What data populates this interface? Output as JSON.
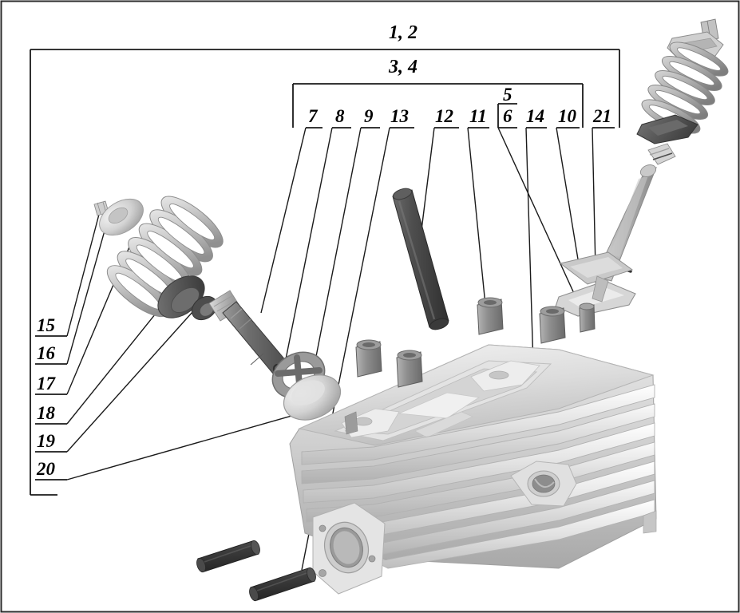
{
  "diagram": {
    "title_brackets": [
      {
        "id": "bracket-1-2",
        "label": "1, 2"
      },
      {
        "id": "bracket-3-4",
        "label": "3, 4"
      }
    ],
    "callouts_top": [
      {
        "id": "callout-7",
        "label": "7"
      },
      {
        "id": "callout-8",
        "label": "8"
      },
      {
        "id": "callout-9",
        "label": "9"
      },
      {
        "id": "callout-13",
        "label": "13"
      },
      {
        "id": "callout-12",
        "label": "12"
      },
      {
        "id": "callout-11",
        "label": "11"
      },
      {
        "id": "callout-5",
        "label": "5"
      },
      {
        "id": "callout-6",
        "label": "6"
      },
      {
        "id": "callout-14",
        "label": "14"
      },
      {
        "id": "callout-10",
        "label": "10"
      },
      {
        "id": "callout-21",
        "label": "21"
      }
    ],
    "callouts_left": [
      {
        "id": "callout-15",
        "label": "15"
      },
      {
        "id": "callout-16",
        "label": "16"
      },
      {
        "id": "callout-17",
        "label": "17"
      },
      {
        "id": "callout-18",
        "label": "18"
      },
      {
        "id": "callout-19",
        "label": "19"
      },
      {
        "id": "callout-20",
        "label": "20"
      }
    ],
    "colors": {
      "line": "#1a1a1a",
      "frame": "#2b2b2b",
      "background": "#ffffff",
      "metal_light": "#e9e9e9",
      "metal_mid": "#c2c2c2",
      "metal_dark": "#8f8f8f",
      "steel_dark": "#4a4a4a",
      "stud_dark": "#3c3c3c"
    },
    "parts": [
      {
        "id": "part-cylinder-head",
        "name": "finned cylinder head casting"
      },
      {
        "id": "part-valve-spring-left",
        "name": "valve spring assembly left"
      },
      {
        "id": "part-valve-spring-right",
        "name": "valve spring assembly right"
      },
      {
        "id": "part-valve-left",
        "name": "valve with head left"
      },
      {
        "id": "part-valve-right",
        "name": "valve with head right"
      },
      {
        "id": "part-push-rod",
        "name": "push rod"
      },
      {
        "id": "part-valve-guide",
        "name": "valve guide bushing"
      },
      {
        "id": "part-stud",
        "name": "stud dowel pin"
      },
      {
        "id": "part-collets",
        "name": "valve collets"
      },
      {
        "id": "part-retainer",
        "name": "spring retainer cap"
      },
      {
        "id": "part-stem-seal",
        "name": "valve stem seal"
      }
    ]
  }
}
